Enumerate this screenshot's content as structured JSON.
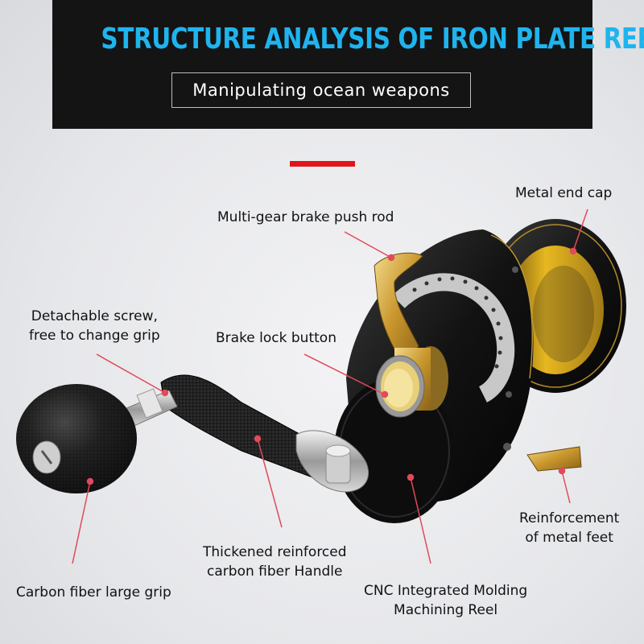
{
  "header": {
    "title": "STRUCTURE ANALYSIS OF IRON PLATE REEL",
    "subtitle": "Manipulating ocean weapons"
  },
  "colors": {
    "title": "#1fb4ee",
    "accent": "#e0161b",
    "pointer": "#e04a5a",
    "gold": "#c9a23a",
    "reel_body": "#111111"
  },
  "callouts": {
    "metal_end_cap": "Metal end cap",
    "brake_push_rod": "Multi-gear brake push rod",
    "detachable_screw_1": "Detachable screw,",
    "detachable_screw_2": "free to change grip",
    "brake_lock_button": "Brake lock button",
    "reinforcement_1": "Reinforcement",
    "reinforcement_2": "of metal feet",
    "handle_1": "Thickened reinforced",
    "handle_2": "carbon fiber Handle",
    "grip": "Carbon fiber large grip",
    "cnc_1": "CNC Integrated Molding",
    "cnc_2": "Machining Reel"
  }
}
